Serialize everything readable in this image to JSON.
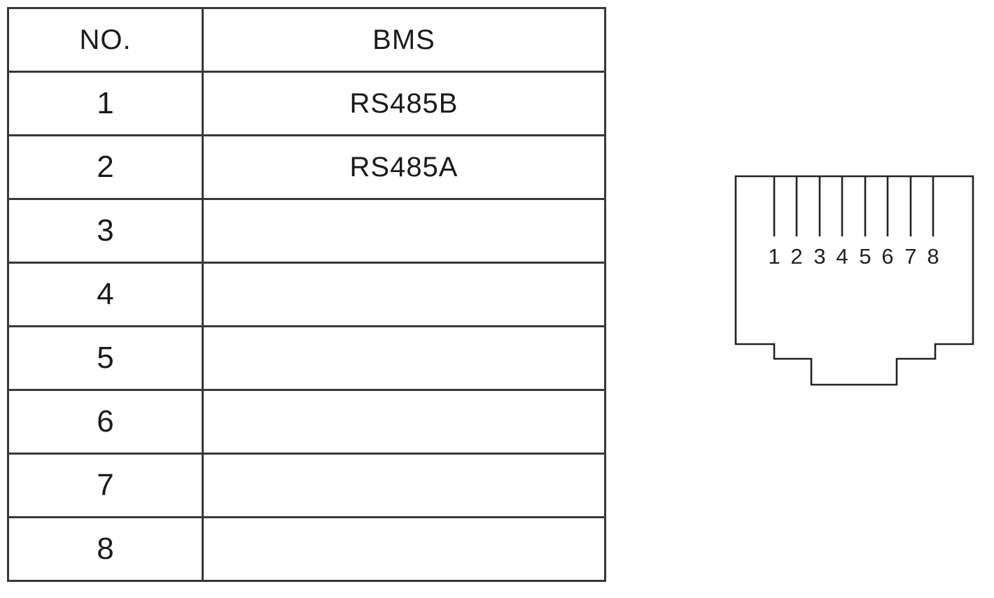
{
  "table": {
    "headers": [
      "NO.",
      "BMS"
    ],
    "rows": [
      {
        "no": "1",
        "bms": "RS485B"
      },
      {
        "no": "2",
        "bms": "RS485A"
      },
      {
        "no": "3",
        "bms": ""
      },
      {
        "no": "4",
        "bms": ""
      },
      {
        "no": "5",
        "bms": ""
      },
      {
        "no": "6",
        "bms": ""
      },
      {
        "no": "7",
        "bms": ""
      },
      {
        "no": "8",
        "bms": ""
      }
    ]
  },
  "connector": {
    "type": "RJ45 jack front view",
    "pins": [
      "1",
      "2",
      "3",
      "4",
      "5",
      "6",
      "7",
      "8"
    ]
  },
  "colors": {
    "line": "#383838",
    "connector_line": "#222222",
    "text": "#1b1b1b",
    "background": "#ffffff"
  }
}
